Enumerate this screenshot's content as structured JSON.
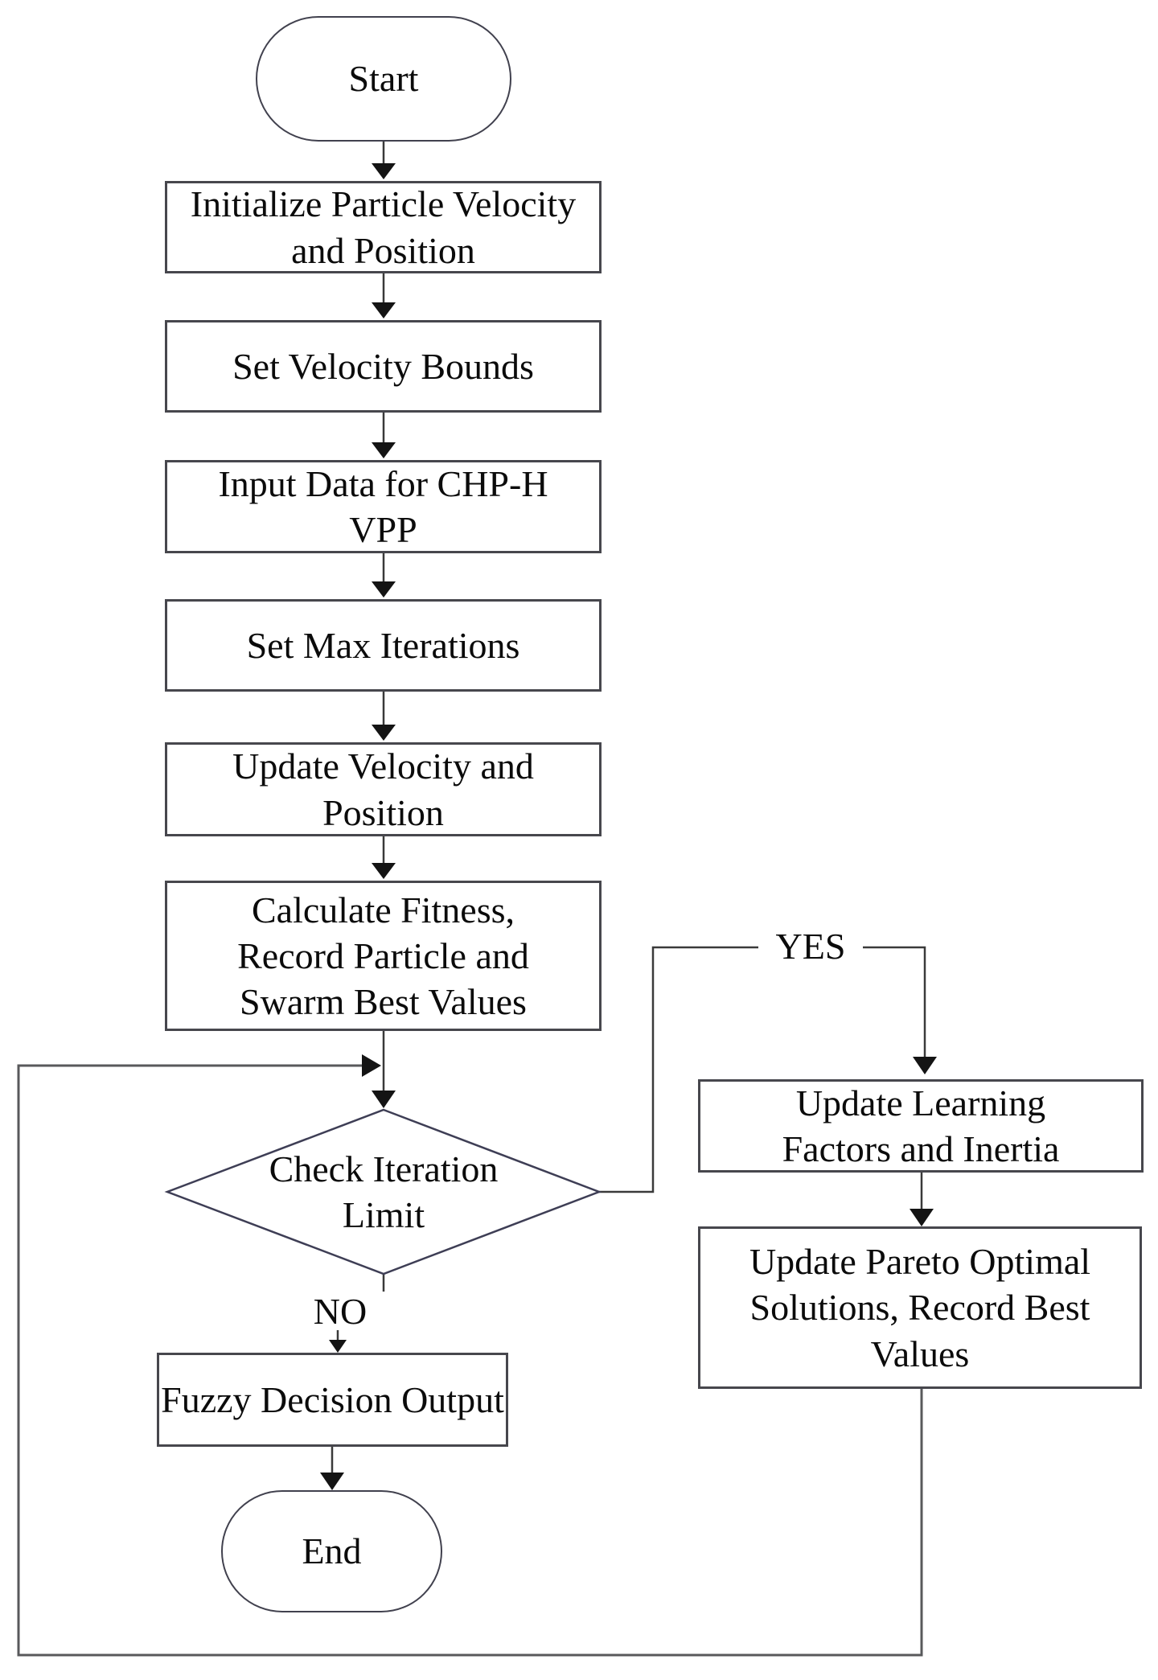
{
  "flowchart": {
    "nodes": {
      "start": {
        "label": "Start",
        "type": "terminator"
      },
      "init": {
        "label": "Initialize Particle Velocity and Position",
        "type": "process"
      },
      "bounds": {
        "label": "Set Velocity Bounds",
        "type": "process"
      },
      "input": {
        "label": "Input Data for CHP-H VPP",
        "type": "process"
      },
      "max_iter": {
        "label": "Set Max Iterations",
        "type": "process"
      },
      "update_vp": {
        "label": "Update Velocity and Position",
        "type": "process"
      },
      "calc_fitness": {
        "label": "Calculate Fitness, Record Particle and Swarm Best Values",
        "type": "process"
      },
      "decision": {
        "label": "Check Iteration Limit",
        "type": "decision"
      },
      "fuzzy": {
        "label": "Fuzzy Decision Output",
        "type": "process"
      },
      "end": {
        "label": "End",
        "type": "terminator"
      },
      "update_learning": {
        "label": "Update Learning Factors and Inertia",
        "type": "process"
      },
      "update_pareto": {
        "label": "Update Pareto Optimal Solutions, Record Best Values",
        "type": "process"
      }
    },
    "branch_labels": {
      "yes": "YES",
      "no": "NO"
    },
    "colors": {
      "background": "#ffffff",
      "box_border": "#47474d",
      "diamond_border": "#3e3e55",
      "connector": "#3a3a3a",
      "loop_connector": "#58595b",
      "arrowhead": "#141414",
      "text": "#0b0b0b"
    }
  }
}
